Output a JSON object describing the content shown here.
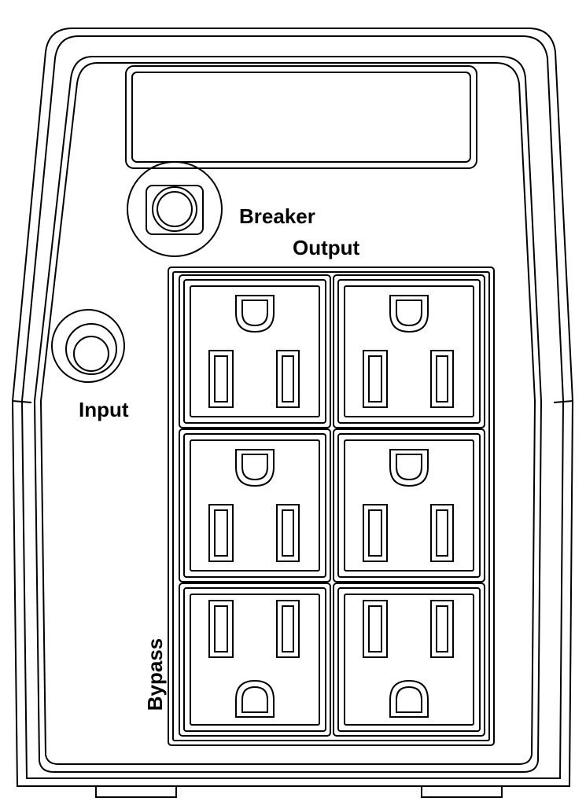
{
  "labels": {
    "breaker": "Breaker",
    "output": "Output",
    "input": "Input",
    "bypass": "Bypass"
  },
  "outlets": [
    {
      "row": 1,
      "col": 1,
      "orientation": "ground-top"
    },
    {
      "row": 1,
      "col": 2,
      "orientation": "ground-top"
    },
    {
      "row": 2,
      "col": 1,
      "orientation": "ground-top"
    },
    {
      "row": 2,
      "col": 2,
      "orientation": "ground-top"
    },
    {
      "row": 3,
      "col": 1,
      "orientation": "ground-bottom"
    },
    {
      "row": 3,
      "col": 2,
      "orientation": "ground-bottom"
    }
  ],
  "colors": {
    "line": "#000000",
    "background": "#ffffff"
  }
}
